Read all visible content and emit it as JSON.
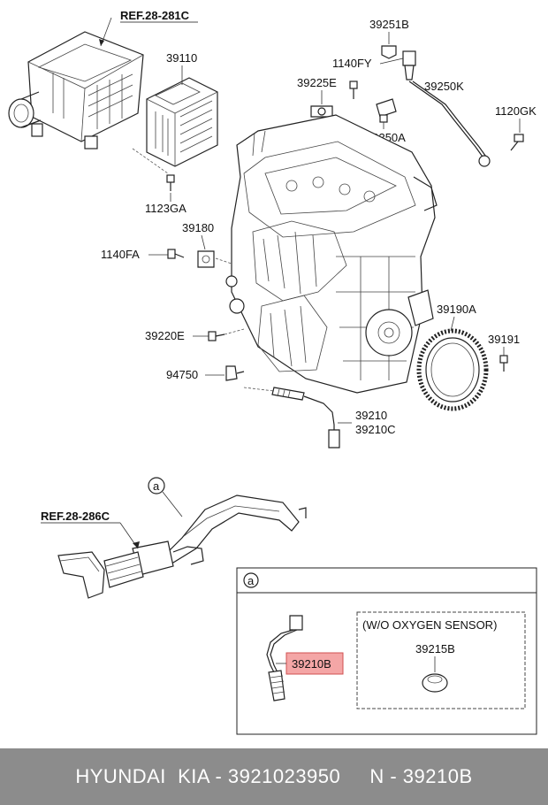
{
  "labels": {
    "ref_281c": "REF.28-281C",
    "p39110": "39110",
    "p1123ga": "1123GA",
    "p39251b": "39251B",
    "p1140fy": "1140FY",
    "p39225e": "39225E",
    "p39250k": "39250K",
    "p1120gk": "1120GK",
    "p39350a": "39350A",
    "p39180": "39180",
    "p1140fa": "1140FA",
    "p39220e": "39220E",
    "p39190a": "39190A",
    "p39191": "39191",
    "p94750": "94750",
    "p39210": "39210",
    "p39210c": "39210C",
    "circle_a": "a",
    "ref_286c": "REF.28-286C",
    "inset_a": "a",
    "p39210b": "39210B",
    "wo_sensor": "(W/O OXYGEN SENSOR)",
    "p39215b": "39215B"
  },
  "colors": {
    "highlight_fill": "#f4a6a6",
    "highlight_stroke": "#d05050",
    "footer_bg": "#8c8c8c",
    "footer_text": "#ffffff"
  },
  "footer": {
    "text": "HYUNDAI  KIA - 3921023950     N - 39210B"
  }
}
